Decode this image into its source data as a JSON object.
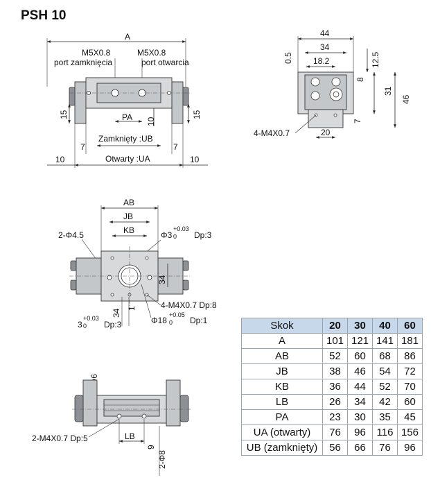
{
  "title": "PSH 10",
  "top_view": {
    "dim_a": "A",
    "port_left_size": "M5X0.8",
    "port_left_label": "port zamknięcia",
    "port_right_size": "M5X0.8",
    "port_right_label": "port otwarcia",
    "dim_pa": "PA",
    "dim_10": "10",
    "dim_15_left": "15",
    "dim_15_right": "15",
    "dim_7_left": "7",
    "dim_7_right": "7",
    "closed_label": "Zamknięty :UB",
    "open_label": "Otwarty :UA",
    "dim_10_left": "10",
    "dim_10_right": "10"
  },
  "side_view": {
    "dim_44": "44",
    "dim_34": "34",
    "dim_18_2": "18.2",
    "dim_0_5": "0.5",
    "dim_12_5": "12.5",
    "dim_8": "8",
    "dim_31": "31",
    "dim_46": "46",
    "dim_7": "7",
    "dim_20": "20",
    "thread_label": "4-M4X0.7"
  },
  "middle_view": {
    "dim_ab": "AB",
    "dim_jb": "JB",
    "dim_kb": "KB",
    "hole_label": "2-Φ4.5",
    "pin_label": "Φ3",
    "pin_tol_upper": "+0.03",
    "pin_tol_lower": "0",
    "pin_depth": "Dp:3",
    "dim_34_right": "34",
    "dim_34_bottom": "34",
    "dim_1": "1",
    "thread_label": "4-M4X0.7 Dp:8",
    "bore_label": "Φ18",
    "bore_tol_upper": "+0.05",
    "bore_tol_lower": "0",
    "bore_depth": "Dp:1",
    "pin2_label": "3",
    "pin2_tol_upper": "+0.03",
    "pin2_tol_lower": "0",
    "pin2_depth": "Dp:3"
  },
  "bottom_view": {
    "hole_label": "2-Φ6",
    "thread_label": "2-M4X0.7 Dp:5",
    "dim_lb": "LB",
    "dim_9": "9",
    "dim_phi8": "2-Φ8"
  },
  "table": {
    "header_label": "Skok",
    "strokes": [
      "20",
      "30",
      "40",
      "60"
    ],
    "rows": [
      {
        "label": "A",
        "values": [
          "101",
          "121",
          "141",
          "181"
        ]
      },
      {
        "label": "AB",
        "values": [
          "52",
          "60",
          "68",
          "86"
        ]
      },
      {
        "label": "JB",
        "values": [
          "38",
          "46",
          "54",
          "72"
        ]
      },
      {
        "label": "KB",
        "values": [
          "36",
          "44",
          "52",
          "70"
        ]
      },
      {
        "label": "LB",
        "values": [
          "26",
          "34",
          "42",
          "60"
        ]
      },
      {
        "label": "PA",
        "values": [
          "23",
          "30",
          "35",
          "45"
        ]
      },
      {
        "label": "UA (otwarty)",
        "values": [
          "76",
          "96",
          "116",
          "156"
        ]
      },
      {
        "label": "UB (zamknięty)",
        "values": [
          "56",
          "66",
          "76",
          "96"
        ]
      }
    ]
  }
}
